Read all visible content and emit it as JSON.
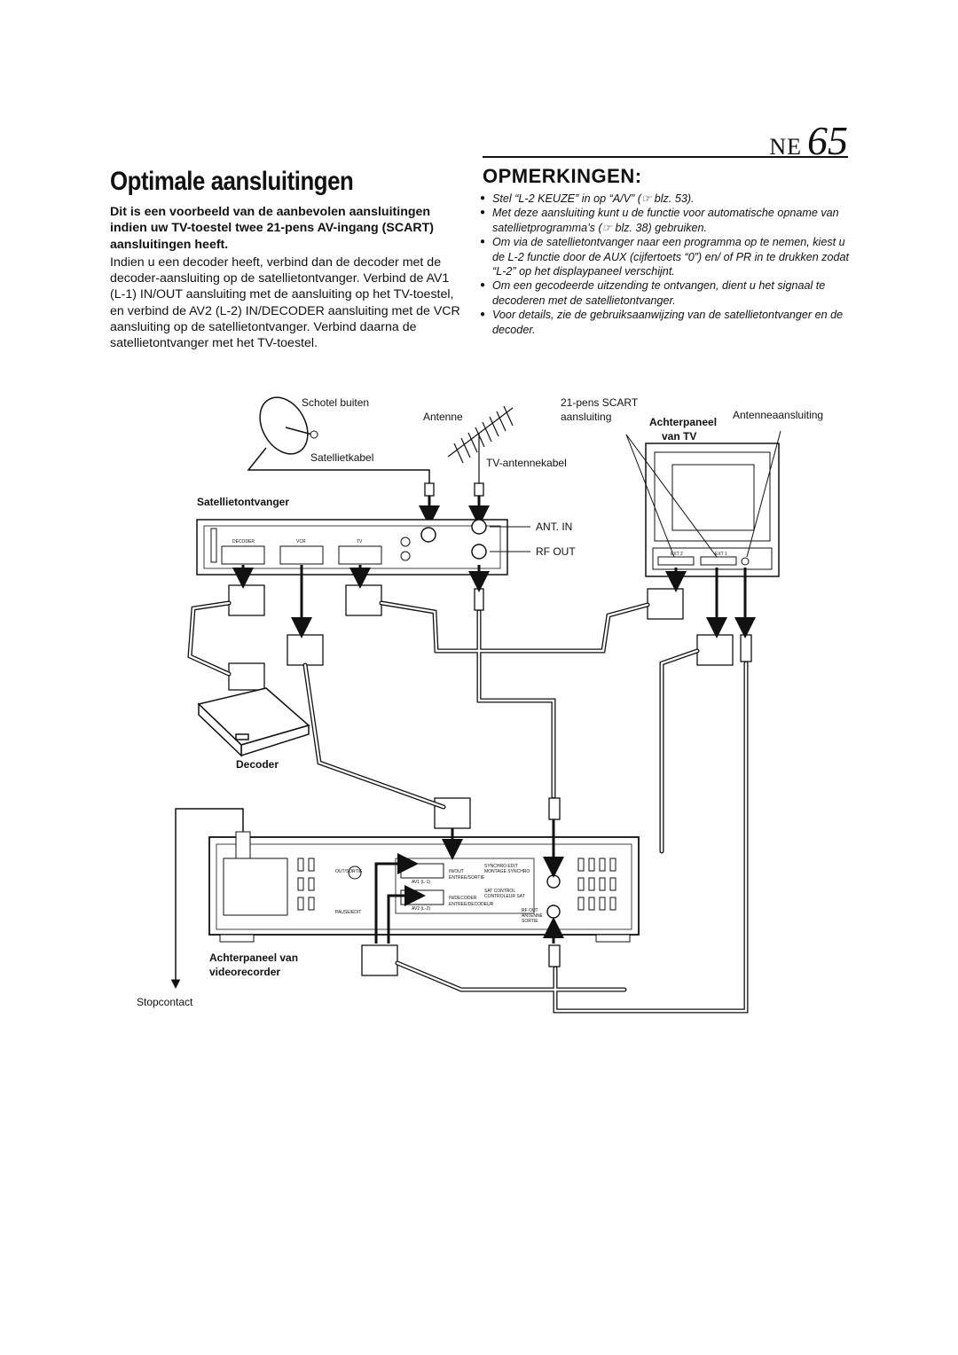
{
  "header": {
    "section_code": "NE",
    "page_number": "65"
  },
  "title": "Optimale aansluitingen",
  "intro": {
    "bold": "Dit is een voorbeeld van de aanbevolen aansluitingen indien uw TV-toestel twee 21-pens AV-ingang (SCART) aansluitingen heeft.",
    "body": "Indien u een decoder heeft, verbind dan de decoder met de decoder-aansluiting op de satellietontvanger. Verbind de AV1 (L-1) IN/OUT aansluiting met de aansluiting op het TV-toestel, en verbind de AV2 (L-2) IN/DECODER aansluiting met de VCR aansluiting op de satellietontvanger. Verbind daarna de satellietontvanger met het TV-toestel."
  },
  "notes": {
    "title": "OPMERKINGEN:",
    "items": [
      "Stel “L-2 KEUZE” in op “A/V” (☞ blz. 53).",
      "Met deze aansluiting kunt u de functie voor automatische opname van satellietprogramma’s (☞ blz. 38) gebruiken.",
      "Om via de satellietontvanger naar een programma op te nemen, kiest u de L-2 functie door de AUX (cijfertoets “0”) en/ of PR in te drukken zodat “L-2” op het displaypaneel verschijnt.",
      "Om een gecodeerde uitzending te ontvangen, dient u het signaal te decoderen met de satellietontvanger.",
      "Voor details, zie de gebruiksaanwijzing van de satellietontvanger en de decoder."
    ]
  },
  "diagram": {
    "labels": {
      "schotel_buiten": "Schotel buiten",
      "antenne": "Antenne",
      "scart_line1": "21-pens SCART",
      "scart_line2": "aansluiting",
      "achterpaneel_tv_line1": "Achterpaneel",
      "achterpaneel_tv_line2": "van TV",
      "antenneaansluiting": "Antenneaansluiting",
      "satellietkabel": "Satellietkabel",
      "tv_antennekabel": "TV-antennekabel",
      "satellietontvanger": "Satellietontvanger",
      "ant_in": "ANT. IN",
      "rf_out": "RF OUT",
      "decoder": "Decoder",
      "achterpaneel_vcr_line1": "Achterpaneel van",
      "achterpaneel_vcr_line2": "videorecorder",
      "stopcontact": "Stopcontact"
    },
    "receiver_ports": {
      "decoder": "DECODER",
      "vcr": "VCR",
      "tv": "TV"
    },
    "tv_ports": {
      "ext2": "EXT 2",
      "ext1": "EXT 1"
    },
    "vcr_ports": {
      "av1": "AV1 (L-1)",
      "av2": "AV2 (L-2)",
      "in_out": "IN/OUT",
      "entree_sortie": "ENTREE/SORTIE",
      "in_decoder": "IN/DECODER",
      "entree_decodeur": "ENTREE/DECODEUR",
      "synchro_edit": "SYNCHRO EDIT",
      "montage_synchro": "MONTAGE SYNCHRO",
      "sat_control": "SAT CONTROL",
      "controleur_sat": "CONTROLEUR SAT",
      "rf_out": "RF OUT",
      "antenne": "ANTENNE",
      "sortie": "SORTIE",
      "pause_edit": "PAUSE/EDIT",
      "out_sortie": "OUT/SORTIE"
    }
  }
}
